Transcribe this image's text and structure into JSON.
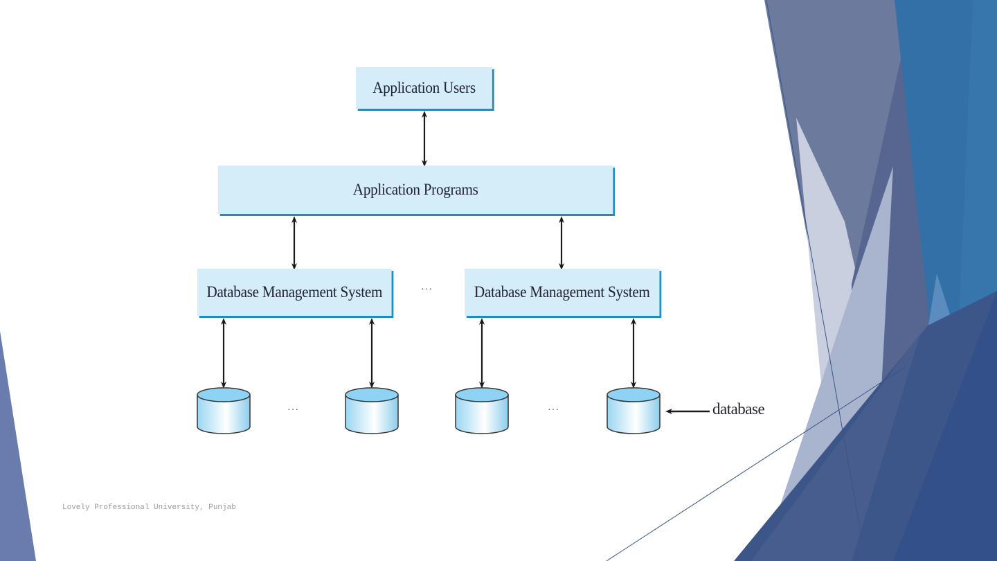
{
  "slide": {
    "footer": "Lovely Professional University, Punjab",
    "colors": {
      "box_fill": "#d4edf8",
      "box_shadow": "#1a8fc4",
      "cylinder_top": "#8fd3f4",
      "text": "#222233",
      "deco_dark": "#3a5488",
      "deco_slate": "#6c7a9e",
      "deco_blue": "#3370a8",
      "deco_light": "#a9b4cf"
    }
  },
  "diagram": {
    "nodes": {
      "users": "Application Users",
      "programs": "Application Programs",
      "dbms": [
        "Database Management System",
        "Database Management System"
      ]
    },
    "ellipsis": "···",
    "database_label": "database",
    "databases_per_dbms": 2,
    "connections": [
      [
        "Application Users",
        "Application Programs",
        "bidirectional"
      ],
      [
        "Application Programs",
        "Database Management System 1",
        "bidirectional"
      ],
      [
        "Application Programs",
        "Database Management System 2",
        "bidirectional"
      ],
      [
        "Database Management System 1",
        "database 1",
        "bidirectional"
      ],
      [
        "Database Management System 1",
        "database 2",
        "bidirectional"
      ],
      [
        "Database Management System 2",
        "database 3",
        "bidirectional"
      ],
      [
        "Database Management System 2",
        "database 4",
        "bidirectional"
      ]
    ]
  }
}
